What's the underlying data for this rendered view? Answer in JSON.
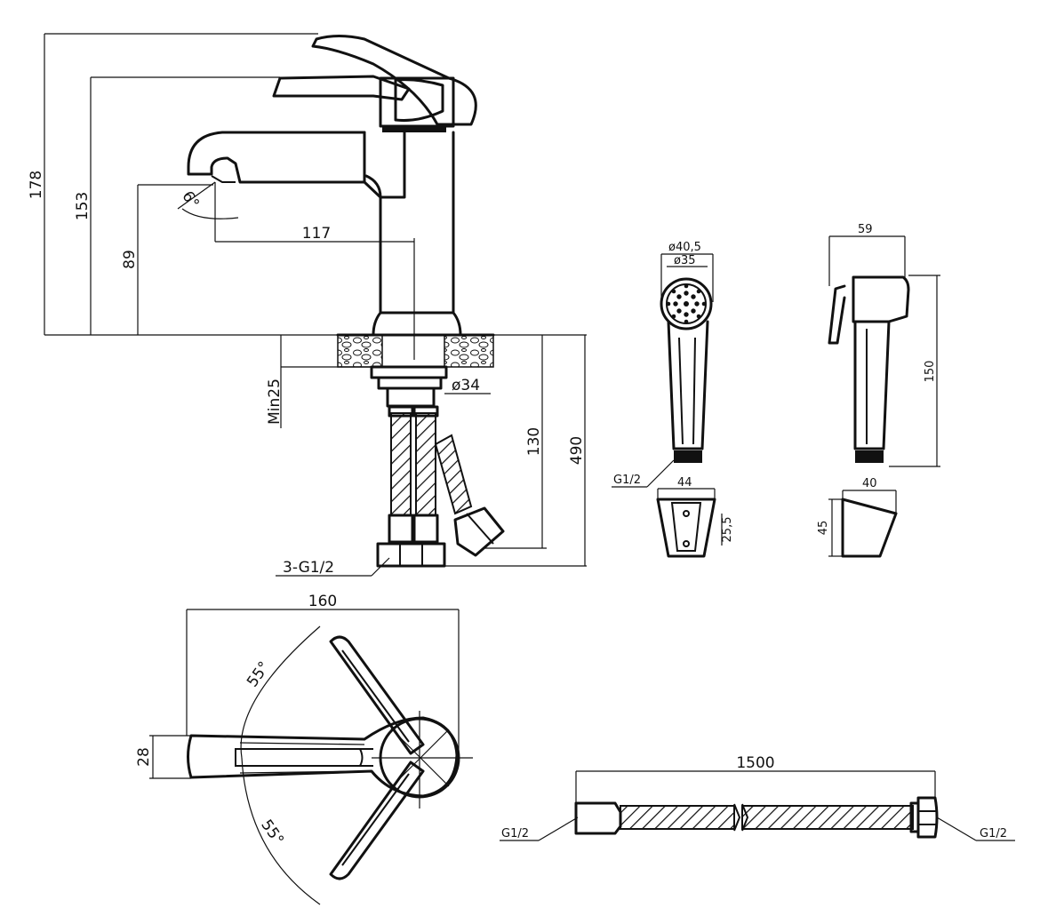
{
  "faucet_dims": {
    "h178": "178",
    "h153": "153",
    "h89": "89",
    "angle6": "6°",
    "w117": "117",
    "min25": "Min25",
    "d34": "ø34",
    "h130": "130",
    "h490": "490",
    "thread": "3-G1/2"
  },
  "handshower_dims": {
    "d40_5": "ø40,5",
    "d35": "ø35",
    "w59": "59",
    "h150": "150",
    "thread": "G1/2",
    "holder_w44": "44",
    "holder_h25_5": "25,5",
    "holder_w40": "40",
    "holder_h45": "45"
  },
  "top_view_dims": {
    "w160": "160",
    "h28": "28",
    "angle_upper": "55°",
    "angle_lower": "55°"
  },
  "hose_dims": {
    "length": "1500",
    "left_thread": "G1/2",
    "right_thread": "G1/2"
  }
}
